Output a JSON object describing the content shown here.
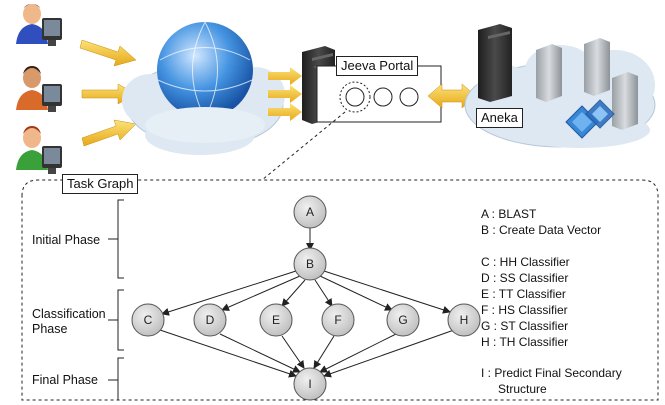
{
  "top": {
    "portal_label": "Jeeva Portal",
    "aneka_label": "Aneka",
    "task_graph_label": "Task Graph"
  },
  "phases": {
    "initial": "Initial Phase",
    "classification_line1": "Classification",
    "classification_line2": "Phase",
    "final": "Final Phase"
  },
  "nodes": {
    "A": "A",
    "B": "B",
    "C": "C",
    "D": "D",
    "E": "E",
    "F": "F",
    "G": "G",
    "H": "H",
    "I": "I"
  },
  "legend": {
    "a": "A : BLAST",
    "b": "B : Create Data Vector",
    "c": "C : HH Classifier",
    "d": "D : SS Classifier",
    "e": "E : TT Classifier",
    "f": "F : HS Classifier",
    "g": "G : ST Classifier",
    "h": "H : TH Classifier",
    "i_line1": "I : Predict Final Secondary",
    "i_line2": "Structure"
  },
  "colors": {
    "arrow_yellow": "#f2c12e",
    "cloud": "#dfe9f2",
    "node_fill": "#d4d4d4"
  }
}
